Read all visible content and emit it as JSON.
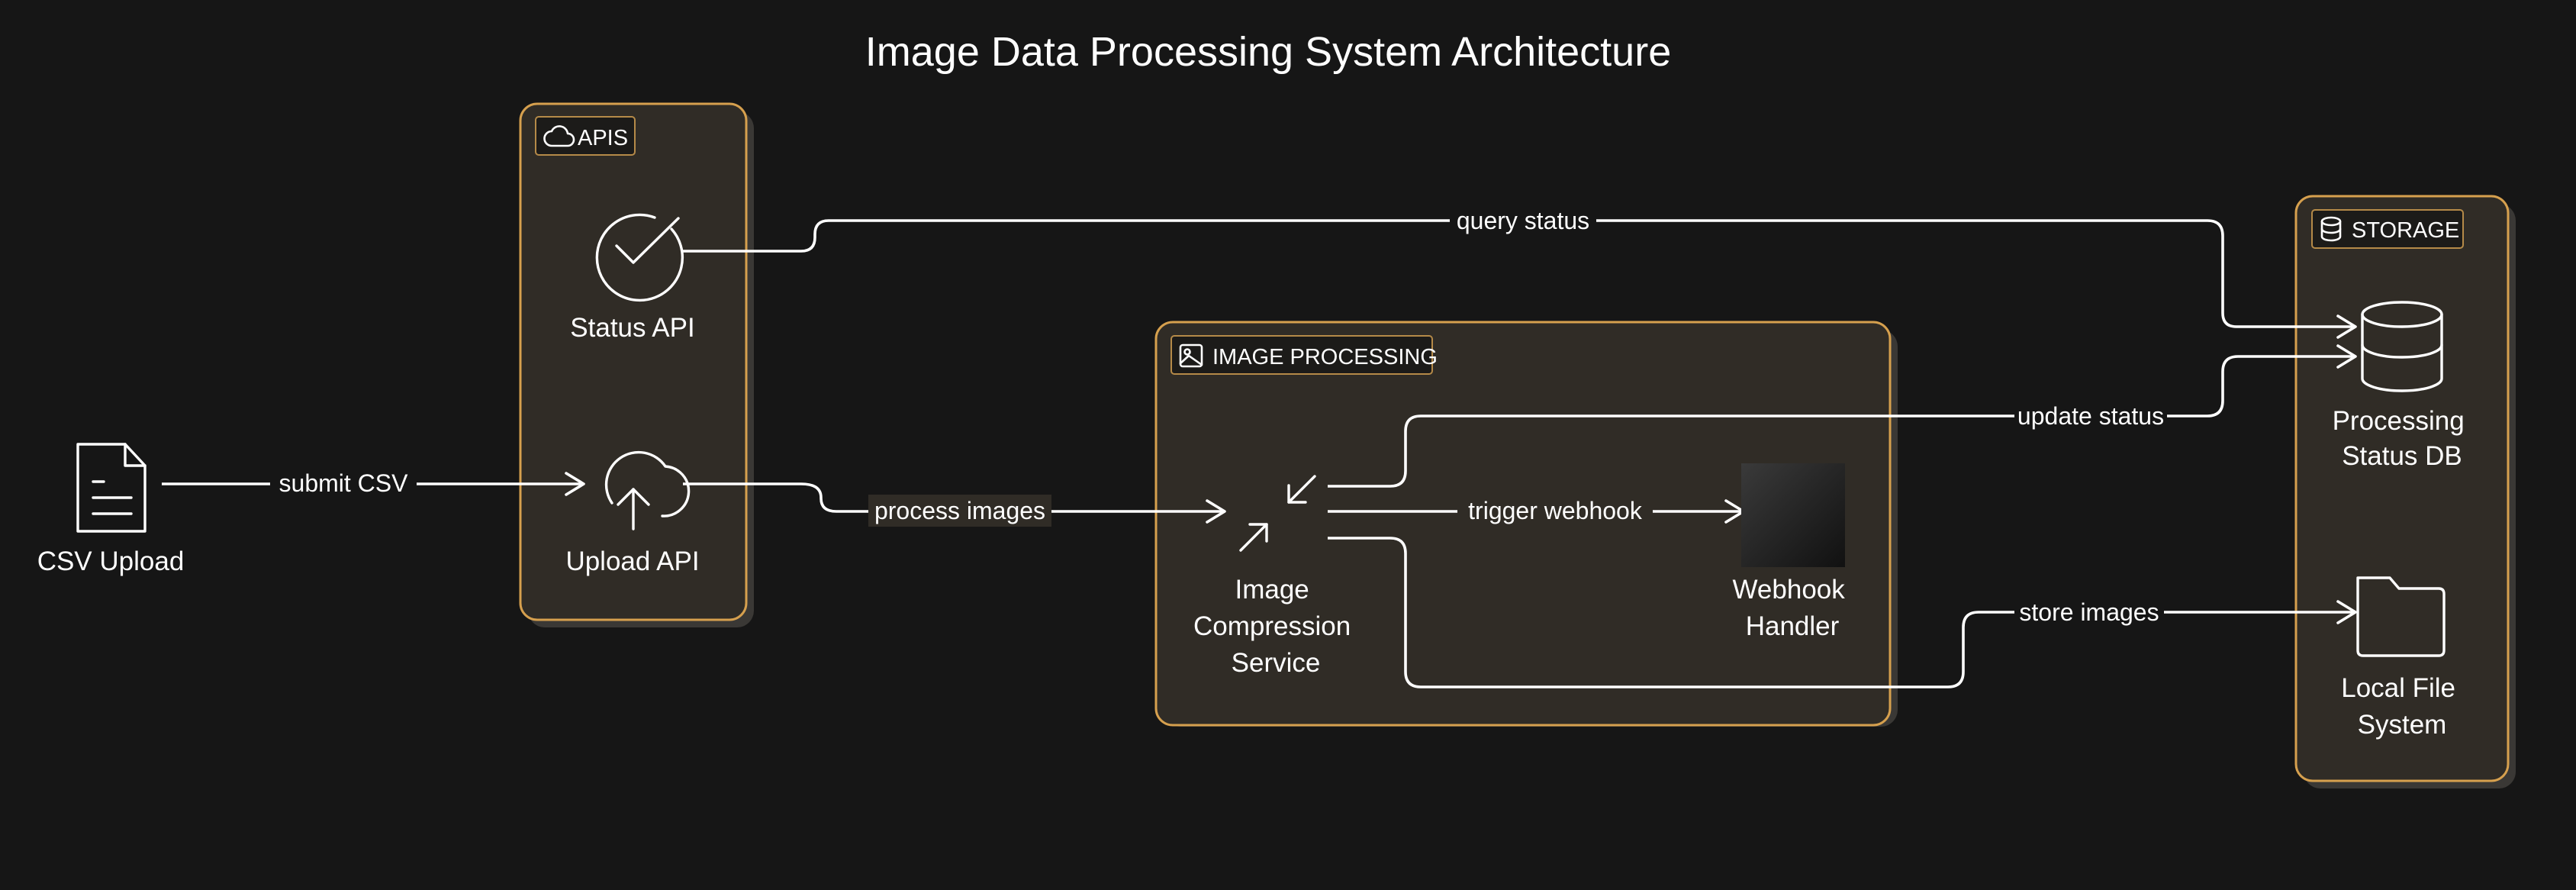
{
  "title": "Image Data Processing System Architecture",
  "groups": {
    "apis": {
      "label": "APIS",
      "icon": "cloud-icon"
    },
    "image_processing": {
      "label": "IMAGE PROCESSING",
      "icon": "image-icon"
    },
    "storage": {
      "label": "STORAGE",
      "icon": "database-icon"
    }
  },
  "nodes": {
    "csv_upload": {
      "label": "CSV Upload",
      "icon": "document-icon"
    },
    "status_api": {
      "label": "Status API",
      "icon": "check-circle-icon"
    },
    "upload_api": {
      "label": "Upload API",
      "icon": "cloud-upload-icon"
    },
    "compression": {
      "label_lines": [
        "Image",
        "Compression",
        "Service"
      ],
      "icon": "compress-icon"
    },
    "webhook": {
      "label_lines": [
        "Webhook",
        "Handler"
      ],
      "icon": "black-square-icon"
    },
    "status_db": {
      "label_lines": [
        "Processing",
        "Status DB"
      ],
      "icon": "database-icon"
    },
    "file_system": {
      "label_lines": [
        "Local File",
        "System"
      ],
      "icon": "folder-icon"
    }
  },
  "edges": {
    "submit_csv": "submit CSV",
    "query_status": "query status",
    "process_images": "process images",
    "update_status": "update status",
    "trigger_webhook": "trigger webhook",
    "store_images": "store images"
  },
  "colors": {
    "background": "#161616",
    "group_border": "#d6a04e",
    "group_fill": "#302c26",
    "stroke": "#ffffff"
  }
}
